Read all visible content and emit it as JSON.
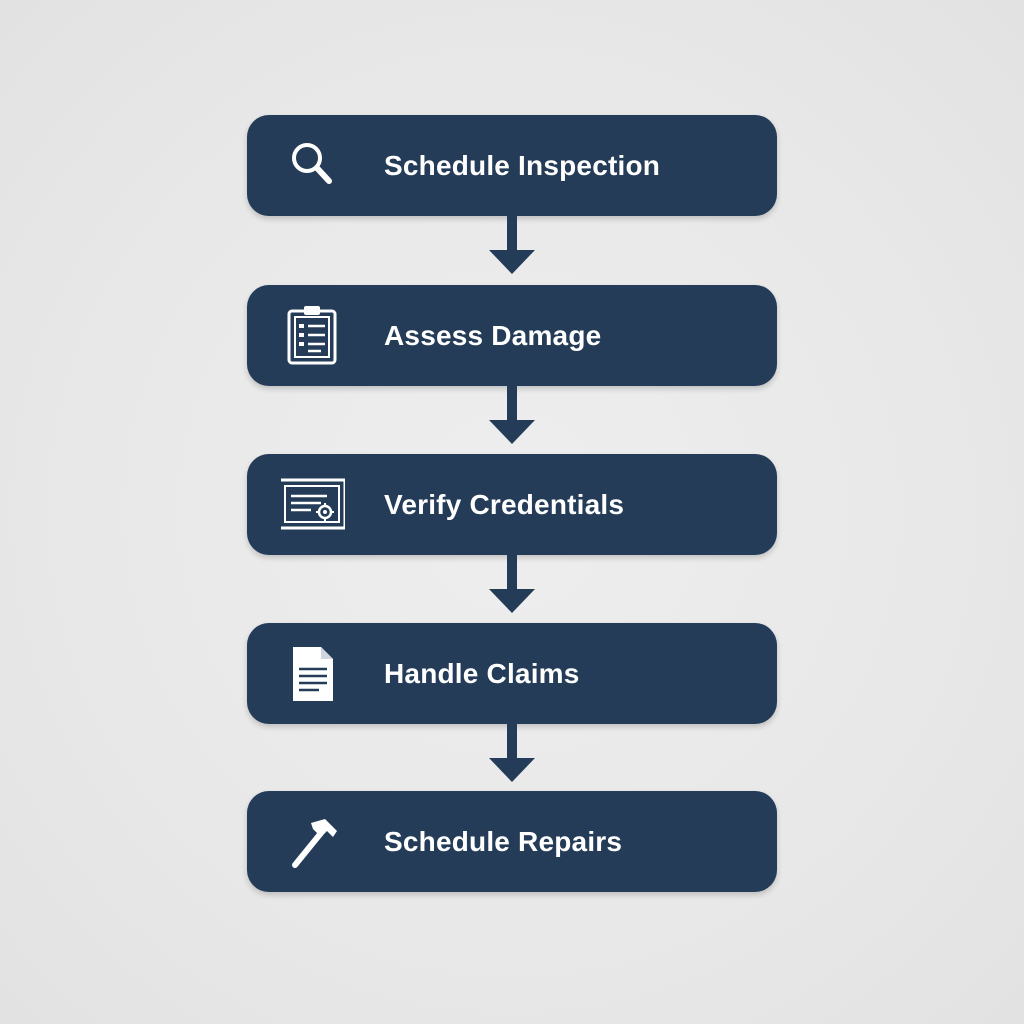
{
  "steps": [
    {
      "label": "Schedule Inspection",
      "icon": "magnifying-glass-icon"
    },
    {
      "label": "Assess Damage",
      "icon": "clipboard-checklist-icon"
    },
    {
      "label": "Verify Credentials",
      "icon": "certificate-icon"
    },
    {
      "label": "Handle Claims",
      "icon": "document-icon"
    },
    {
      "label": "Schedule Repairs",
      "icon": "hammer-icon"
    }
  ],
  "colors": {
    "box": "#243c58",
    "text": "#ffffff",
    "background": "#e9e9e9"
  }
}
